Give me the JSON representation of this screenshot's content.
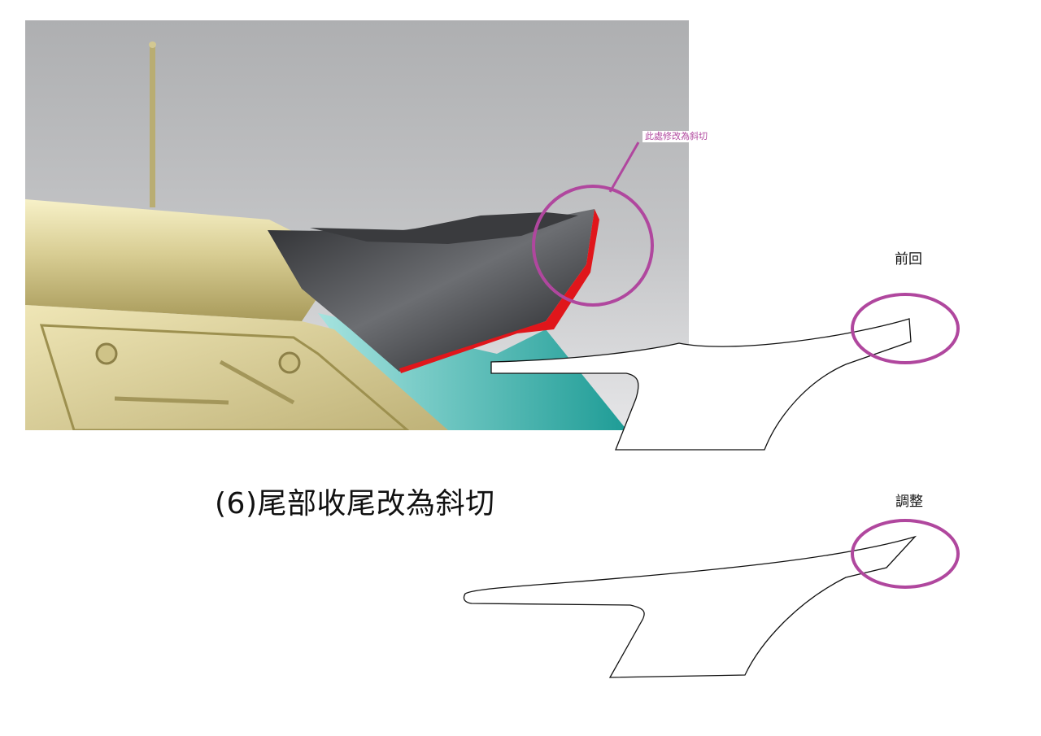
{
  "render_view": {
    "description_icon": "car-spoiler-render",
    "accent_color": "#b0479e",
    "highlight_edge_color": "#e0161b"
  },
  "callout": {
    "text": "此處修改為斜切"
  },
  "caption": {
    "text": "(6)尾部收尾改為斜切"
  },
  "profile_before": {
    "label": "前回"
  },
  "profile_after": {
    "label": "調整"
  }
}
